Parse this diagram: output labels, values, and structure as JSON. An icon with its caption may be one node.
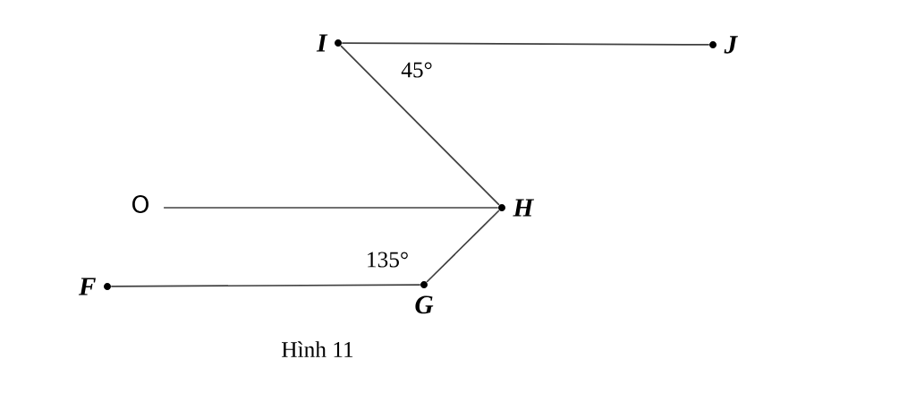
{
  "diagram": {
    "caption": "Hình 11",
    "nodes": [
      {
        "text": [
          "I"
        ]
      },
      {
        "text": [
          "J"
        ]
      },
      {
        "text": [
          "H"
        ]
      },
      {
        "text": [
          "G"
        ]
      },
      {
        "text": [
          "F"
        ]
      },
      {
        "text": [
          "O"
        ]
      }
    ],
    "edges": [
      {
        "from": 0,
        "to": 1,
        "arrow": "none"
      },
      {
        "from": 0,
        "to": 2,
        "arrow": "none"
      },
      {
        "from": 2,
        "to": 3,
        "arrow": "none"
      },
      {
        "from": 3,
        "to": 4,
        "arrow": "none"
      },
      {
        "from": 2,
        "to": 5,
        "arrow": "none"
      }
    ],
    "labels": [
      "45°",
      "135°"
    ]
  }
}
